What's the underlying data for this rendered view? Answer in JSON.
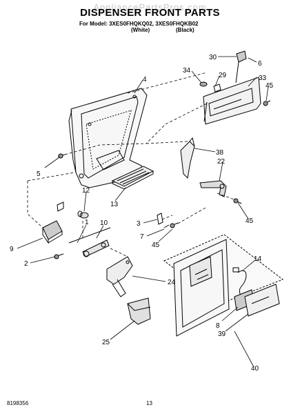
{
  "header": {
    "watermark": "AppliancePartsPros.com",
    "title": "DISPENSER FRONT PARTS",
    "model_line": "For Model: 3XES0FHQKQ02, 3XES0FHQKB02",
    "variant_white": "(White)",
    "variant_black": "(Black)"
  },
  "callouts": {
    "c30": "30",
    "c6": "6",
    "c34": "34",
    "c29": "29",
    "c33": "33",
    "c45a": "45",
    "c4": "4",
    "c38": "38",
    "c5": "5",
    "c22": "22",
    "c12": "12",
    "c13": "13",
    "c45b": "45",
    "c1": "1",
    "c3": "3",
    "c10": "10",
    "c7": "7",
    "c45c": "45",
    "c9": "9",
    "c14": "14",
    "c2": "2",
    "c24": "24",
    "c8": "8",
    "c39": "39",
    "c25": "25",
    "c40": "40"
  },
  "footer": {
    "doc_number": "8198356",
    "page_number": "13"
  }
}
